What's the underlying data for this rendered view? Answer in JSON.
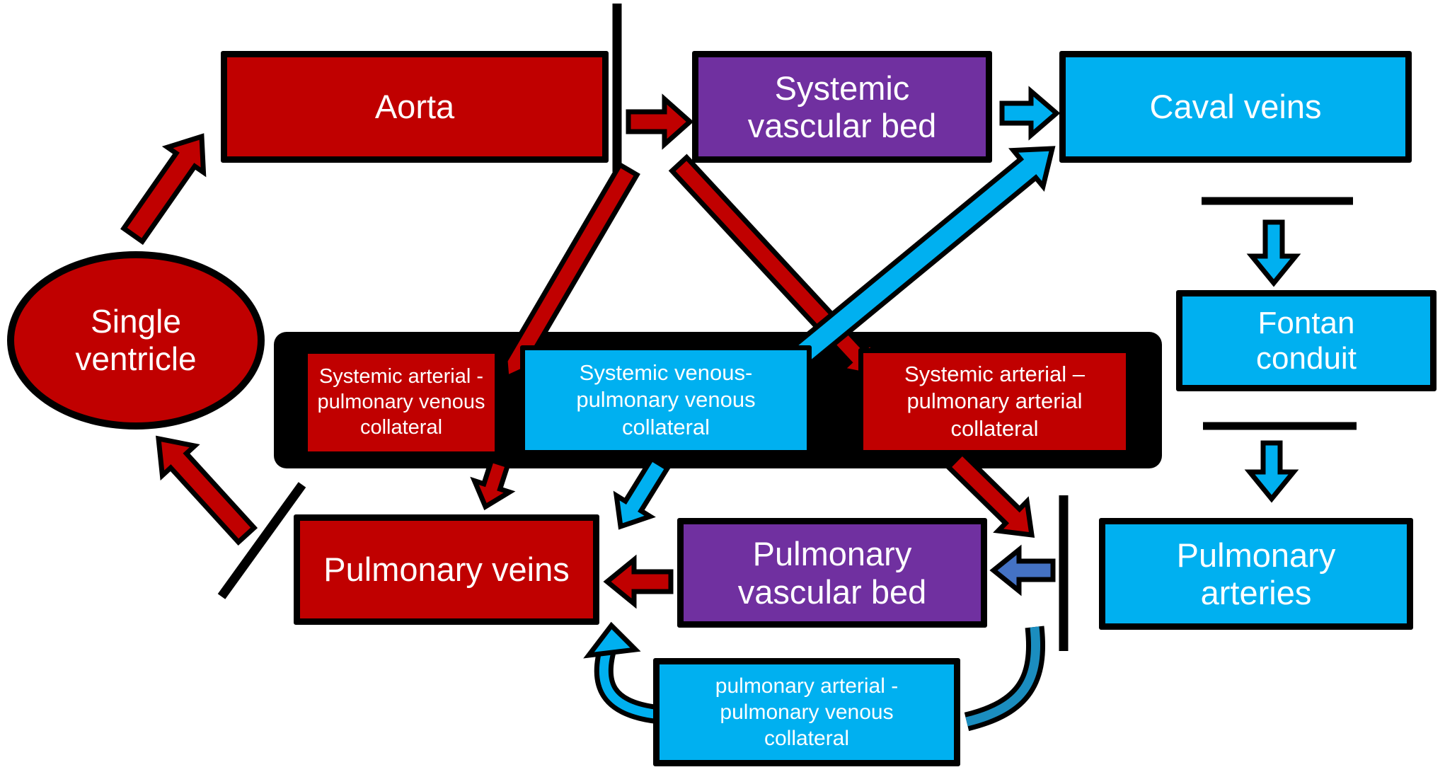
{
  "diagram_type": "flow-diagram",
  "subject": "Single ventricle Fontan circulation with collateral pathways",
  "colors": {
    "arterial_red": "#c00000",
    "venous_cyan": "#00b0f0",
    "vascular_bed_purple": "#7030a0",
    "pa_to_pvb_arrow_blue": "#4472c4",
    "pa_collateral_curve_blue": "#1b8dbf",
    "outline_black": "#000000",
    "background": "#ffffff",
    "text": "#ffffff"
  },
  "nodes": {
    "single_ventricle": {
      "line1": "Single",
      "line2": "ventricle",
      "shape": "ellipse",
      "color": "arterial_red"
    },
    "aorta": {
      "label": "Aorta",
      "shape": "rect",
      "color": "arterial_red"
    },
    "systemic_vascular_bed": {
      "line1": "Systemic",
      "line2": "vascular bed",
      "shape": "rect",
      "color": "vascular_bed_purple"
    },
    "caval_veins": {
      "label": "Caval veins",
      "shape": "rect",
      "color": "venous_cyan"
    },
    "fontan_conduit": {
      "line1": "Fontan",
      "line2": "conduit",
      "shape": "rect",
      "color": "venous_cyan"
    },
    "pulmonary_arteries": {
      "line1": "Pulmonary",
      "line2": "arteries",
      "shape": "rect",
      "color": "venous_cyan"
    },
    "pulmonary_vascular_bed": {
      "line1": "Pulmonary",
      "line2": "vascular bed",
      "shape": "rect",
      "color": "vascular_bed_purple"
    },
    "pulmonary_veins": {
      "label": "Pulmonary veins",
      "shape": "rect",
      "color": "arterial_red"
    },
    "systemic_arterial_pulmonary_venous_collateral": {
      "line1": "Systemic arterial -",
      "line2": "pulmonary venous",
      "line3": "collateral",
      "shape": "rect",
      "color": "arterial_red"
    },
    "systemic_venous_pulmonary_venous_collateral": {
      "line1": "Systemic venous-",
      "line2": "pulmonary venous",
      "line3": "collateral",
      "shape": "rect",
      "color": "venous_cyan"
    },
    "systemic_arterial_pulmonary_arterial_collateral": {
      "line1": "Systemic arterial –",
      "line2": "pulmonary arterial",
      "line3": "collateral",
      "shape": "rect",
      "color": "arterial_red"
    },
    "pulmonary_arterial_pulmonary_venous_collateral": {
      "line1": "pulmonary arterial -",
      "line2": "pulmonary venous",
      "line3": "collateral",
      "shape": "rect",
      "color": "venous_cyan"
    }
  },
  "connections": [
    {
      "from": "single_ventricle",
      "to": "aorta",
      "color": "arterial_red"
    },
    {
      "from": "aorta",
      "to": "systemic_vascular_bed",
      "color": "arterial_red"
    },
    {
      "from": "systemic_vascular_bed",
      "to": "caval_veins",
      "color": "venous_cyan"
    },
    {
      "from": "caval_veins",
      "to": "fontan_conduit",
      "color": "venous_cyan"
    },
    {
      "from": "fontan_conduit",
      "to": "pulmonary_arteries",
      "color": "venous_cyan"
    },
    {
      "from": "pulmonary_arteries",
      "to": "pulmonary_vascular_bed",
      "color": "pa_to_pvb_arrow_blue"
    },
    {
      "from": "pulmonary_vascular_bed",
      "to": "pulmonary_veins",
      "color": "arterial_red"
    },
    {
      "from": "pulmonary_veins",
      "to": "single_ventricle",
      "color": "arterial_red"
    },
    {
      "from": "systemic_vascular_bed",
      "to": "systemic_arterial_pulmonary_venous_collateral",
      "color": "arterial_red"
    },
    {
      "from": "systemic_vascular_bed",
      "to": "systemic_arterial_pulmonary_arterial_collateral",
      "color": "arterial_red"
    },
    {
      "from": "systemic_venous_pulmonary_venous_collateral",
      "to": "caval_veins",
      "color": "venous_cyan"
    },
    {
      "from": "systemic_arterial_pulmonary_venous_collateral",
      "to": "pulmonary_veins",
      "color": "arterial_red"
    },
    {
      "from": "systemic_venous_pulmonary_venous_collateral",
      "to": "pulmonary_veins",
      "color": "venous_cyan"
    },
    {
      "from": "systemic_arterial_pulmonary_arterial_collateral",
      "to": "pulmonary_arteries",
      "color": "arterial_red"
    },
    {
      "from": "pulmonary_arteries",
      "to": "pulmonary_arterial_pulmonary_venous_collateral",
      "color": "pa_collateral_curve_blue"
    },
    {
      "from": "pulmonary_arterial_pulmonary_venous_collateral",
      "to": "pulmonary_veins",
      "color": "venous_cyan"
    }
  ],
  "interruption_markers": [
    {
      "id": "barrier-aorta-systemic",
      "type": "vertical-line",
      "between": [
        "aorta",
        "systemic_vascular_bed"
      ]
    },
    {
      "id": "barrier-caval-fontan",
      "type": "horizontal-line",
      "between": [
        "caval_veins",
        "fontan_conduit"
      ]
    },
    {
      "id": "barrier-fontan-pa",
      "type": "horizontal-line",
      "between": [
        "fontan_conduit",
        "pulmonary_arteries"
      ]
    },
    {
      "id": "barrier-pa-pvb",
      "type": "vertical-line",
      "between": [
        "pulmonary_arteries",
        "pulmonary_vascular_bed"
      ]
    },
    {
      "id": "barrier-pv-ventricle",
      "type": "diagonal-line",
      "between": [
        "pulmonary_veins",
        "single_ventricle"
      ]
    }
  ]
}
